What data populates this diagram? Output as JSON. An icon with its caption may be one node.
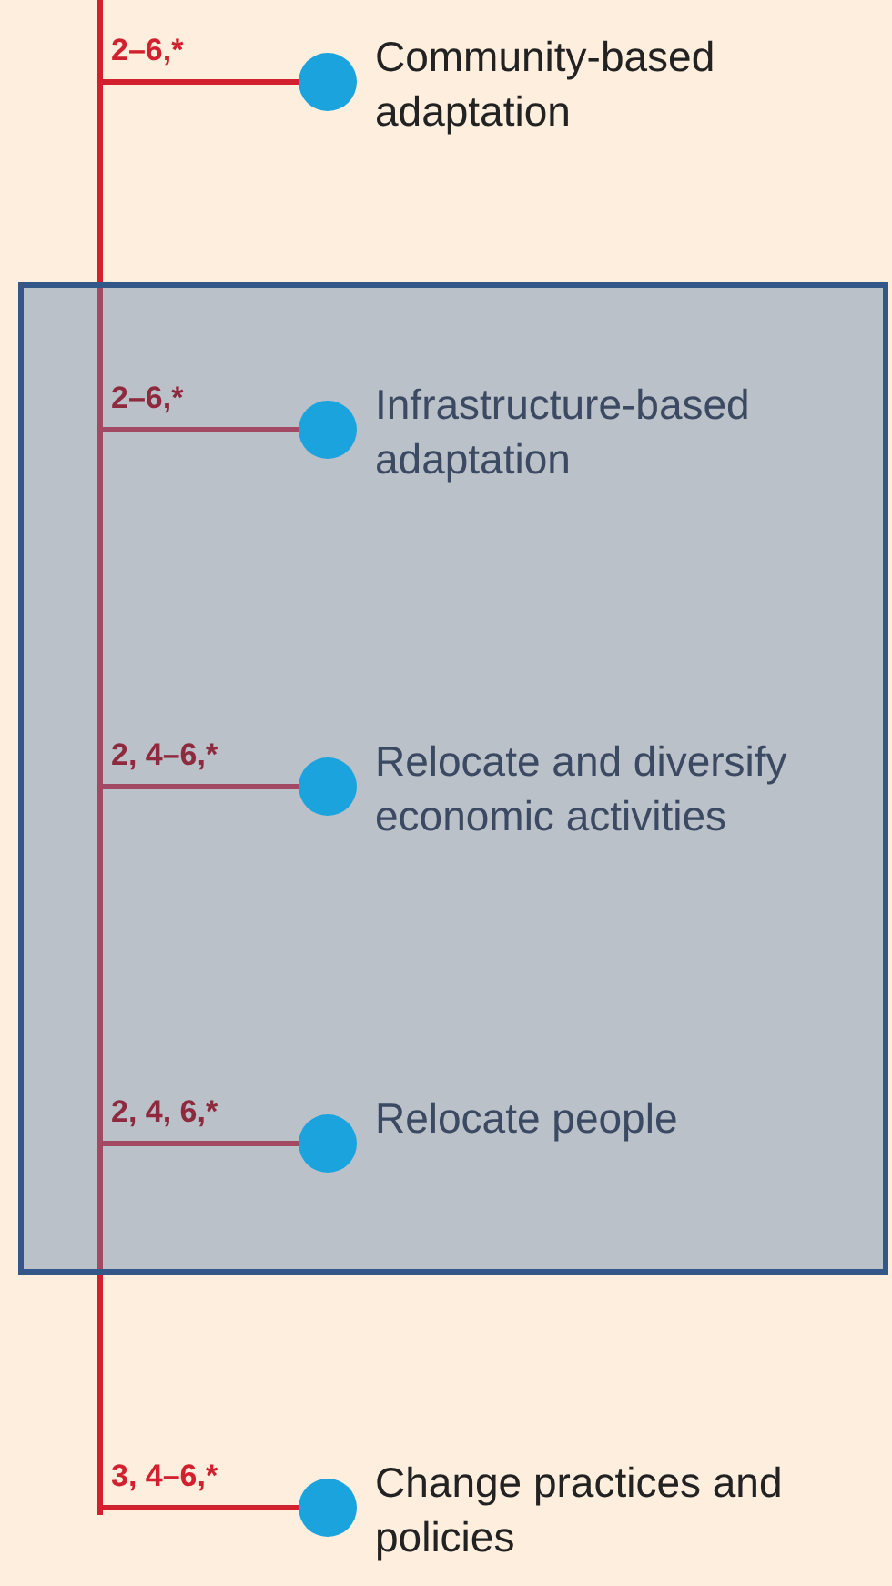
{
  "diagram": {
    "nodes": [
      {
        "text": [],
        "shape": "circle",
        "beside": [
          "Community-based adaptation"
        ]
      },
      {
        "text": [],
        "shape": "box"
      },
      {
        "text": [],
        "shape": "circle",
        "beside": [
          "Infrastructure-based adaptation"
        ],
        "in": 1
      },
      {
        "text": [],
        "shape": "circle",
        "beside": [
          "Relocate and diversify economic activities"
        ],
        "in": 1
      },
      {
        "text": [],
        "shape": "circle",
        "beside": [
          "Relocate people"
        ],
        "in": 1
      },
      {
        "text": [],
        "shape": "circle",
        "beside": [
          "Change practices and policies"
        ]
      }
    ],
    "edges": [
      {
        "from": null,
        "to": 0,
        "arrow": "none",
        "label": "2–6,*"
      },
      {
        "from": null,
        "to": 2,
        "arrow": "none",
        "label": "2–6,*"
      },
      {
        "from": null,
        "to": 3,
        "arrow": "none",
        "label": "2, 4–6,*"
      },
      {
        "from": null,
        "to": 4,
        "arrow": "none",
        "label": "2, 4, 6,*"
      },
      {
        "from": null,
        "to": 5,
        "arrow": "none",
        "label": "3, 4–6,*"
      }
    ]
  }
}
